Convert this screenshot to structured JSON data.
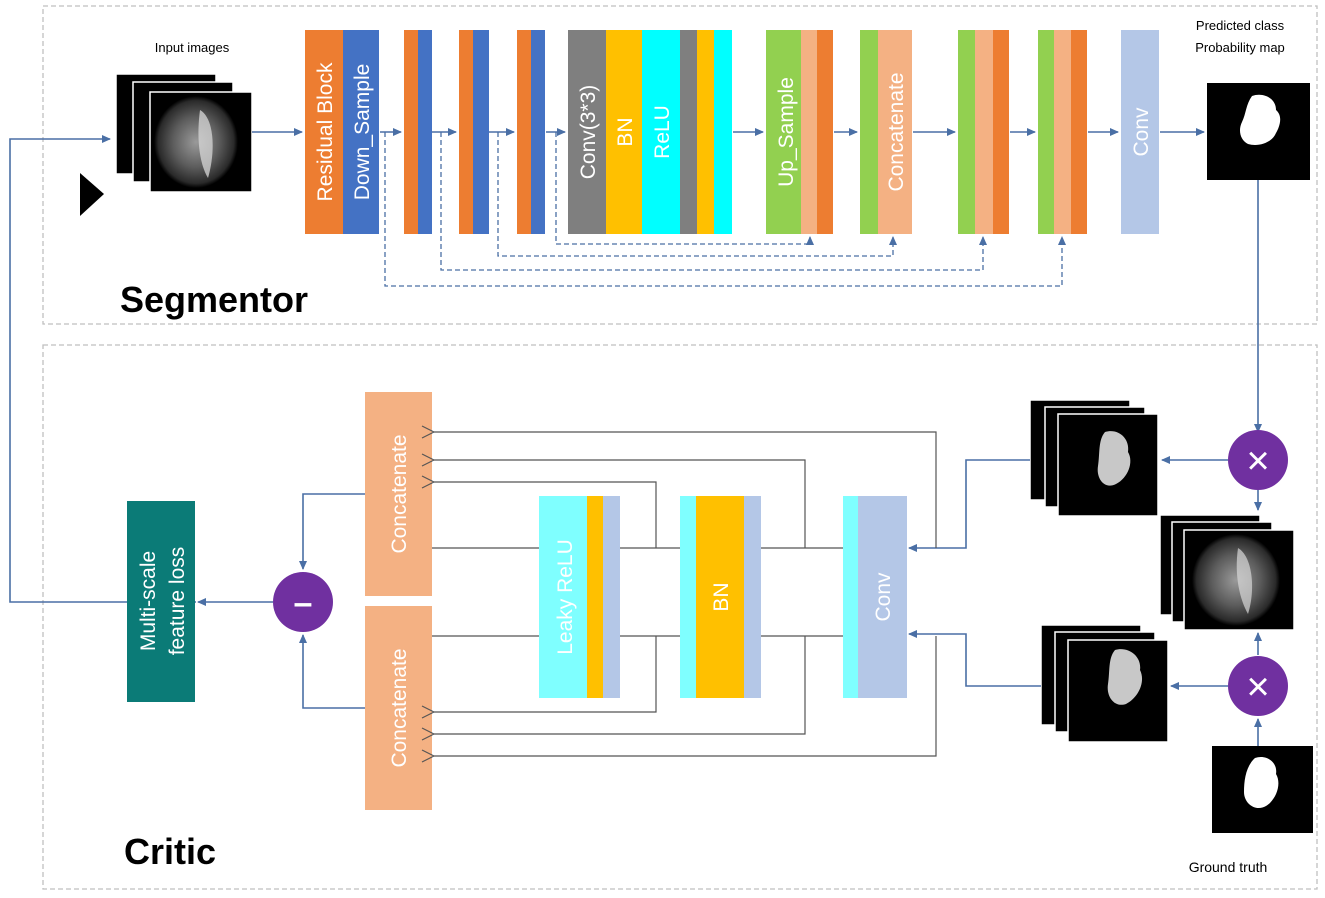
{
  "colors": {
    "residual": "#ED7D31",
    "downsample": "#4472C4",
    "conv_gray": "#7F7F7F",
    "bn": "#FFC000",
    "relu": "#00FFFF",
    "upsample": "#92D050",
    "concat": "#F4B183",
    "conv": "#B4C7E7",
    "leaky": "#7FFFFF",
    "final": "#0B7B77",
    "op": "#7030A0",
    "arrow": "#4A6FA5",
    "dashed_box": "#BFBFBF"
  },
  "segmentor": {
    "title": "Segmentor",
    "input_label": "Input images",
    "output_label_line1": "Predicted class",
    "output_label_line2": "Probability map",
    "blocks": {
      "residual": "Residual Block",
      "downsample": "Down_Sample",
      "conv33": "Conv(3*3)",
      "bn": "BN",
      "relu": "ReLU",
      "upsample": "Up_Sample",
      "concatenate": "Concatenate",
      "conv": "Conv"
    }
  },
  "critic": {
    "title": "Critic",
    "ground_truth_label": "Ground truth",
    "blocks": {
      "concat_top": "Concatenate",
      "concat_bottom": "Concatenate",
      "leaky": "Leaky ReLU",
      "bn": "BN",
      "conv": "Conv",
      "final_line1": "Multi-scale",
      "final_line2": "feature loss"
    },
    "ops": {
      "multiply_top": "×",
      "multiply_bottom": "×",
      "subtract": "–"
    }
  }
}
